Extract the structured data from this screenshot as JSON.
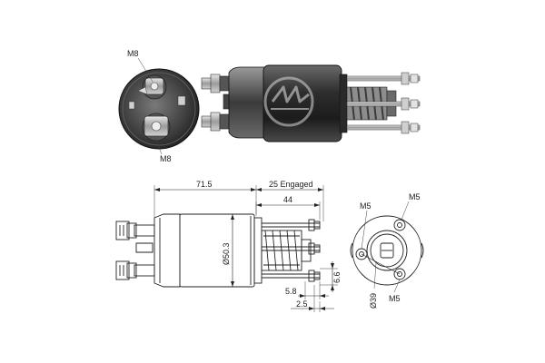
{
  "labels": {
    "m8_top": "M8",
    "m8_bottom": "M8",
    "dim_length": "71.5",
    "dim_engaged": "25 Engaged",
    "dim_44": "44",
    "dim_diameter": "Ø50.3",
    "dim_6_6": "6.6",
    "dim_5_8": "5.8",
    "dim_2_5": "2.5",
    "m5_left": "M5",
    "m5_right": "M5",
    "m5_bottom": "M5",
    "dim_39": "Ø39"
  },
  "colors": {
    "line": "#222222",
    "body_dark": "#2b2b2b",
    "body_mid": "#5a5a5a",
    "metal": "#bdbdbd",
    "background": "#ffffff"
  }
}
